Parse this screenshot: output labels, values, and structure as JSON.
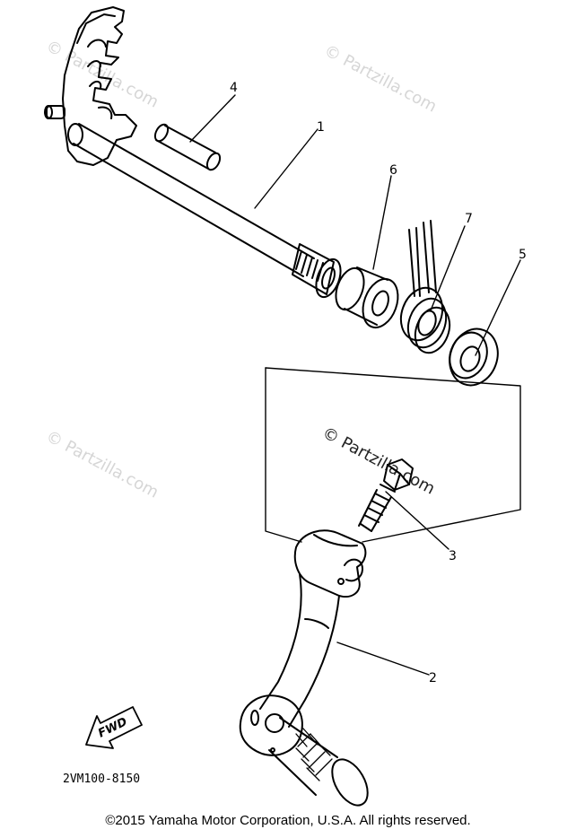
{
  "callouts": {
    "p1": "1",
    "p2": "2",
    "p3": "3",
    "p4": "4",
    "p5": "5",
    "p6": "6",
    "p7": "7"
  },
  "fwd_label": "FWD",
  "diagram_code": "2VM100-8150",
  "watermark": "© Partzilla.com",
  "copyright": "©2015 Yamaha Motor Corporation, U.S.A. All rights reserved."
}
